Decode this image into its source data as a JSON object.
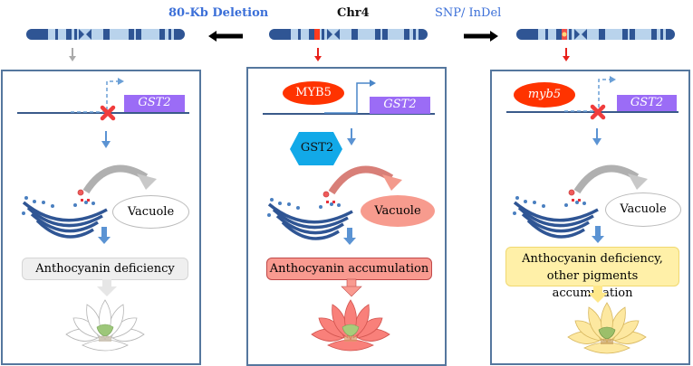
{
  "header": {
    "left_label": "80-Kb Deletion",
    "center_label": "Chr4",
    "right_label": "SNP/ InDel"
  },
  "colors": {
    "chromosome_dark": "#2f5594",
    "chromosome_light": "#b9d3ec",
    "highlight_red": "#ff3b1f",
    "gene_purple": "#9b6cf6",
    "panel_border": "#55779e",
    "myb5_red": "#ff3300",
    "gst2_protein": "#12a9e8",
    "vacuole_pink": "#f79b8e",
    "accumulation_pink": "#f99a90",
    "yellow_box": "#fff0a8"
  },
  "panels": [
    {
      "id": "left",
      "gene_label": "GST2",
      "vacuole_label": "Vacuole",
      "outcome_label": "Anthocyanin deficiency"
    },
    {
      "id": "center",
      "tf_label": "MYB5",
      "gene_label": "GST2",
      "protein_label": "GST2",
      "vacuole_label": "Vacuole",
      "outcome_label": "Anthocyanin accumulation"
    },
    {
      "id": "right",
      "tf_label": "myb5",
      "gene_label": "GST2",
      "vacuole_label": "Vacuole",
      "outcome_line1": "Anthocyanin deficiency,",
      "outcome_line2": "other pigments accumulation"
    }
  ]
}
